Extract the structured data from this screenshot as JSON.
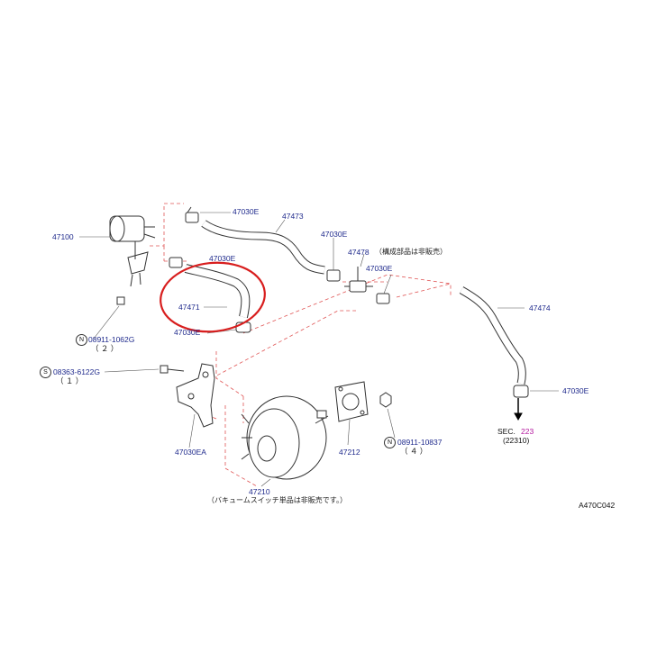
{
  "diagram_code": "A470C042",
  "labels": {
    "p47100": "47100",
    "p47030e_a": "47030E",
    "p47473": "47473",
    "p47030e_b": "47030E",
    "p47030e_c": "47030E",
    "p47471": "47471",
    "p47478": "47478",
    "jp_note1": "（構成部品は非販売）",
    "p47030e_d": "47030E",
    "p47474": "47474",
    "p47030e_e": "47030E",
    "p47030e_f": "47030E",
    "n08911_1062g": "08911-1062G",
    "q2": "（ ２ ）",
    "s08363_6122g": "08363-6122G",
    "q1": "（ １ ）",
    "sec": "SEC.",
    "sec_num": "223",
    "sec_sub": "(22310)",
    "n08911_10837": "08911-10837",
    "q4": "（ ４ ）",
    "p47212": "47212",
    "p47030ea": "47030EA",
    "p47210": "47210",
    "jp_note2": "（バキュームスイッチ単品は非販売です。）",
    "badge_n": "N",
    "badge_s": "S"
  },
  "colors": {
    "line": "#333333",
    "leader": "#555555",
    "dash": "#e05555",
    "highlight": "#d81e1e",
    "text": "#1f2a8c"
  },
  "icons": [
    "arrow-down-icon"
  ]
}
